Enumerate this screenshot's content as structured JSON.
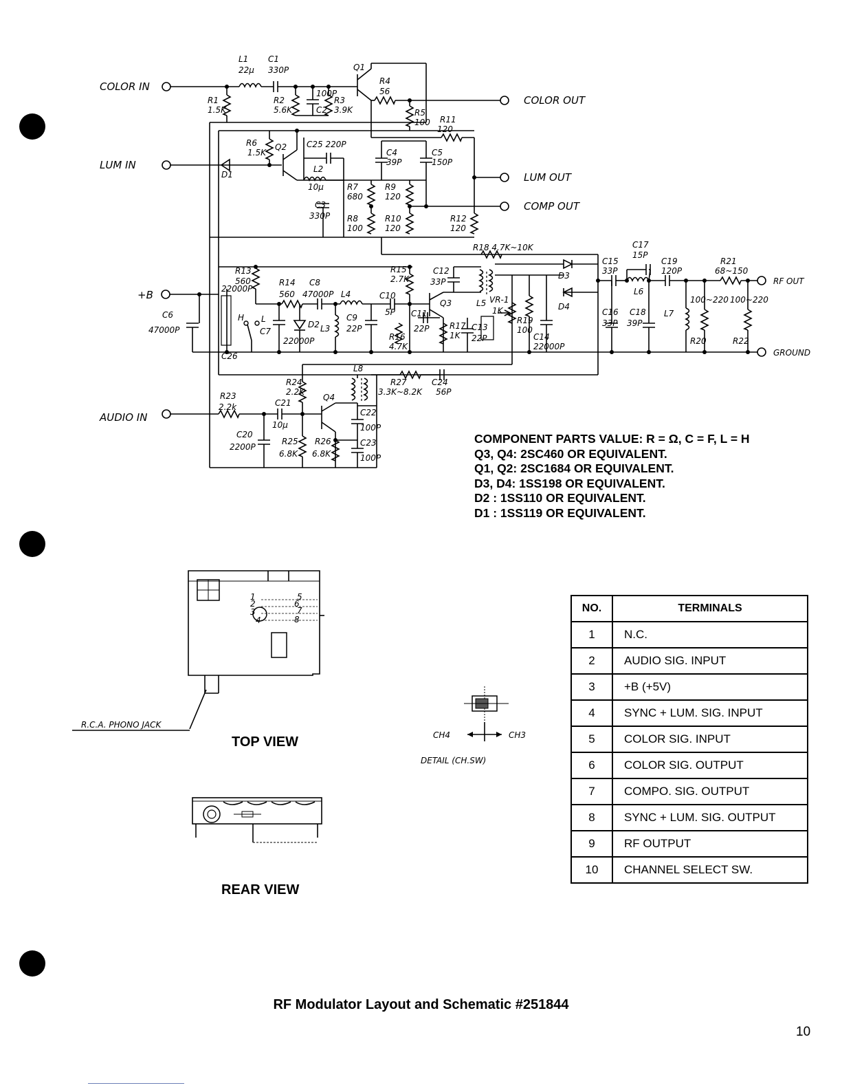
{
  "schematic": {
    "ports": {
      "color_in": "COLOR IN",
      "lum_in": "LUM IN",
      "audio_in": "AUDIO IN",
      "plus_b": "+B",
      "color_out": "COLOR OUT",
      "lum_out": "LUM OUT",
      "comp_out": "COMP OUT",
      "rf_out": "RF OUT",
      "ground": "GROUND"
    },
    "components": {
      "L1": "L1",
      "L1_val": "22μ",
      "C1": "C1",
      "C1_val": "330P",
      "Q1": "Q1",
      "Q2": "Q2",
      "Q3": "Q3",
      "Q4": "Q4",
      "R1": "R1",
      "R1_val": "1.5K",
      "R2": "R2",
      "R2_val": "5.6K",
      "C2": "C2",
      "C2_val": "100P",
      "R3": "R3",
      "R3_val": "3.9K",
      "R4": "R4",
      "R4_val": "56",
      "R5": "R5",
      "R5_val": "100",
      "R11": "R11",
      "R11_val": "120",
      "R6": "R6",
      "R6_val": "1.5K",
      "C25": "C25 220P",
      "L2": "L2",
      "L2_val": "10μ",
      "C4": "C4",
      "C4_val": "39P",
      "C5": "C5",
      "C5_val": "150P",
      "D1": "D1",
      "R7": "R7",
      "R7_val": "680",
      "R9": "R9",
      "R9_val": "120",
      "C3": "C3",
      "C3_val": "330P",
      "R8": "R8",
      "R8_val": "100",
      "R10": "R10",
      "R10_val": "120",
      "R12": "R12",
      "R12_val": "120",
      "R18": "R18 4.7K~10K",
      "C17": "C17",
      "C17_val": "15P",
      "R13": "R13",
      "R13_val": "560",
      "R14": "R14",
      "R14_val": "560",
      "C8": "C8",
      "C8_val": "47000P",
      "L4": "L4",
      "R15": "R15",
      "R15_val": "2.7K",
      "C12": "C12",
      "C12_val": "33P",
      "C10": "C10",
      "C10_val": "5P",
      "L5": "L5",
      "D3": "D3",
      "D4": "D4",
      "C15": "C15",
      "C15_val": "33P",
      "C19": "C19",
      "C19_val": "120P",
      "L6": "L6",
      "R21": "R21",
      "R21_val": "68~150",
      "C6": "C6",
      "C6_val": "47000P",
      "C26": "C26",
      "C26_val": "22000P",
      "H": "H",
      "L": "L",
      "C7": "C7",
      "C7_val": "22000P",
      "D2": "D2",
      "L3": "L3",
      "C9": "C9",
      "C9_val": "22P",
      "C11": "C11",
      "C11_val": "22P",
      "R16": "R16",
      "R16_val": "4.7K",
      "R17": "R17",
      "R17_val": "1K",
      "C13": "C13",
      "C13_val": "22P",
      "VR1": "VR-1",
      "VR1_val": "1K",
      "R19": "R19",
      "R19_val": "100",
      "C14": "C14",
      "C14_val": "22000P",
      "C16": "C16",
      "C16_val": "33P",
      "C18": "C18",
      "C18_val": "39P",
      "L7": "L7",
      "R20": "R20",
      "R20_val": "100~220",
      "R22": "R22",
      "R22_val": "100~220",
      "L8": "L8",
      "R27": "R27",
      "R27_val": "3.3K~8.2K",
      "C24": "C24",
      "C24_val": "56P",
      "R23": "R23",
      "R23_val": "2.2k",
      "R24": "R24",
      "R24_val": "2.2K",
      "C21": "C21",
      "C21_val": "10μ",
      "C22": "C22",
      "C22_val": "100P",
      "C20": "C20",
      "C20_val": "2200P",
      "R25": "R25",
      "R25_val": "6.8K",
      "R26": "R26",
      "R26_val": "6.8K",
      "C23": "C23",
      "C23_val": "100P"
    }
  },
  "parts_notes": [
    "COMPONENT PARTS VALUE: R = Ω, C = F, L = H",
    "Q3, Q4: 2SC460 OR EQUIVALENT.",
    "Q1, Q2: 2SC1684 OR EQUIVALENT.",
    "D3, D4: 1SS198 OR EQUIVALENT.",
    "D2 : 1SS110 OR EQUIVALENT.",
    "D1 : 1SS119 OR EQUIVALENT."
  ],
  "layout": {
    "jack_label": "R.C.A. PHONO JACK",
    "top_view": "TOP VIEW",
    "rear_view": "REAR VIEW",
    "ch4": "CH4",
    "ch3": "CH3",
    "detail": "DETAIL (CH.SW)",
    "pin_numbers": [
      "1",
      "2",
      "3",
      "4",
      "5",
      "6",
      "7",
      "8"
    ]
  },
  "terminals": {
    "header_no": "NO.",
    "header_terminals": "TERMINALS",
    "rows": [
      {
        "no": "1",
        "name": "N.C."
      },
      {
        "no": "2",
        "name": "AUDIO SIG. INPUT"
      },
      {
        "no": "3",
        "name": "+B (+5V)"
      },
      {
        "no": "4",
        "name": "SYNC + LUM. SIG. INPUT"
      },
      {
        "no": "5",
        "name": "COLOR SIG. INPUT"
      },
      {
        "no": "6",
        "name": "COLOR SIG. OUTPUT"
      },
      {
        "no": "7",
        "name": "COMPO. SIG. OUTPUT"
      },
      {
        "no": "8",
        "name": "SYNC + LUM. SIG. OUTPUT"
      },
      {
        "no": "9",
        "name": "RF OUTPUT"
      },
      {
        "no": "10",
        "name": "CHANNEL SELECT SW."
      }
    ]
  },
  "caption": "RF Modulator Layout and Schematic #251844",
  "page_number": "10"
}
